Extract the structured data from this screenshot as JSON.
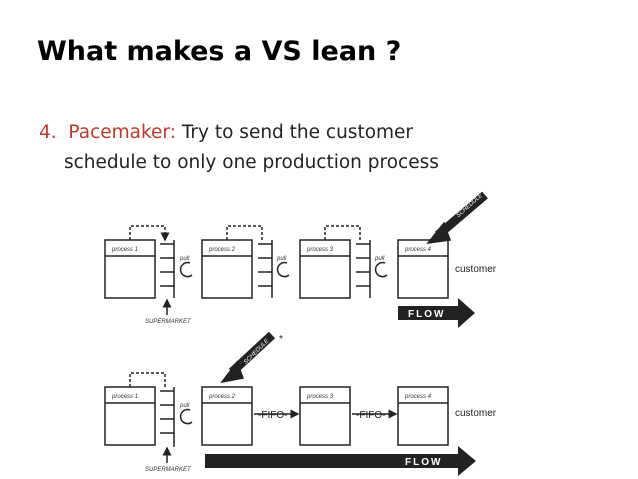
{
  "slide": {
    "title": "What makes a VS lean ?",
    "bullet_number": "4.",
    "bullet_keyword": "Pacemaker:",
    "bullet_line1": " Try to send the customer",
    "bullet_line2": "schedule to only one production process"
  },
  "diagram_top": {
    "processes": [
      "process 1",
      "process 2",
      "process 3",
      "process 4"
    ],
    "pull_labels": [
      "pull",
      "pull",
      "pull"
    ],
    "customer": "customer",
    "flow": "FLOW",
    "schedule": "SCHEDULE",
    "supermarket": "SUPERMARKET"
  },
  "diagram_bottom": {
    "processes": [
      "process 1",
      "process 2",
      "process 3",
      "process 4"
    ],
    "pull_label": "pull",
    "fifo": [
      "-FIFO-",
      "-FIFO-"
    ],
    "customer": "customer",
    "flow": "FLOW",
    "schedule": "SCHEDULE",
    "asterisk": "*",
    "supermarket": "SUPERMARKET"
  },
  "colors": {
    "accent": "#c0392b",
    "text": "#222222",
    "diagram": "#222222"
  }
}
